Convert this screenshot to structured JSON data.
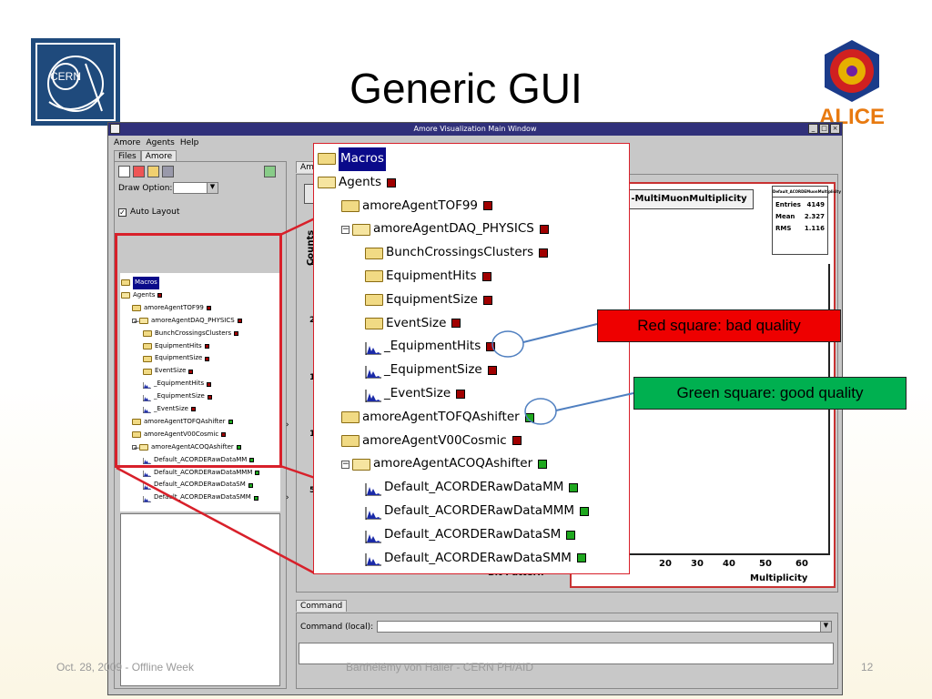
{
  "slide": {
    "title": "Generic GUI",
    "footer_left": "Oct. 28, 2009 - Offline Week",
    "footer_center": "Barthélémy von Haller - CERN PH/AID",
    "page_number": "12",
    "cern_logo_text": "CERN",
    "alice_logo_text": "ALICE"
  },
  "window": {
    "title": "Amore Visualization Main Window",
    "menu": [
      "Amore",
      "Agents",
      "Help"
    ],
    "left_tabs": [
      "Files",
      "Amore"
    ],
    "draw_option_label": "Draw Option:",
    "auto_layout_label": "Auto Layout",
    "right_tab": "Amor",
    "command_tab": "Command",
    "command_label": "Command (local):",
    "ylabel": "Counts",
    "ytick_labels": [
      "25",
      "20",
      "15",
      "10",
      "5"
    ],
    "xtick_labels": [
      "20",
      "30",
      "40",
      "50",
      "60"
    ],
    "xlabel": "Multiplicity",
    "bit_pattern_label": "Bit Pattern",
    "hist_title": "-MultiMuonMultiplicity",
    "stats_box_title": "Default_ACORDEMuonMultiplicity",
    "stats": [
      {
        "name": "Entries",
        "value": "4149"
      },
      {
        "name": "Mean",
        "value": "2.327"
      },
      {
        "name": "RMS",
        "value": "1.116"
      }
    ]
  },
  "tree": [
    {
      "label": "Macros",
      "type": "folder",
      "level": 0,
      "quality": "",
      "selected": true
    },
    {
      "label": "Agents",
      "type": "folder-open",
      "level": 0,
      "quality": "bad"
    },
    {
      "label": "amoreAgentTOF99",
      "type": "folder",
      "level": 1,
      "quality": "bad"
    },
    {
      "label": "amoreAgentDAQ_PHYSICS",
      "type": "folder-open",
      "level": 1,
      "quality": "bad",
      "expander": true
    },
    {
      "label": "BunchCrossingsClusters",
      "type": "folder",
      "level": 2,
      "quality": "bad"
    },
    {
      "label": "EquipmentHits",
      "type": "folder",
      "level": 2,
      "quality": "bad"
    },
    {
      "label": "EquipmentSize",
      "type": "folder",
      "level": 2,
      "quality": "bad"
    },
    {
      "label": "EventSize",
      "type": "folder",
      "level": 2,
      "quality": "bad"
    },
    {
      "label": "_EquipmentHits",
      "type": "hist",
      "level": 2,
      "quality": "bad"
    },
    {
      "label": "_EquipmentSize",
      "type": "hist",
      "level": 2,
      "quality": "bad"
    },
    {
      "label": "_EventSize",
      "type": "hist",
      "level": 2,
      "quality": "bad"
    },
    {
      "label": "amoreAgentTOFQAshifter",
      "type": "folder",
      "level": 1,
      "quality": "good"
    },
    {
      "label": "amoreAgentV00Cosmic",
      "type": "folder",
      "level": 1,
      "quality": "bad"
    },
    {
      "label": "amoreAgentACOQAshifter",
      "type": "folder-open",
      "level": 1,
      "quality": "good",
      "expander": true
    },
    {
      "label": "Default_ACORDERawDataMM",
      "type": "hist",
      "level": 2,
      "quality": "good"
    },
    {
      "label": "Default_ACORDERawDataMMM",
      "type": "hist",
      "level": 2,
      "quality": "good"
    },
    {
      "label": "Default_ACORDERawDataSM",
      "type": "hist",
      "level": 2,
      "quality": "good"
    },
    {
      "label": "Default_ACORDERawDataSMM",
      "type": "hist",
      "level": 2,
      "quality": "good"
    }
  ],
  "callouts": {
    "bad": "Red square: bad quality",
    "good": "Green square: good quality"
  },
  "colors": {
    "bad_quality": "#a00000",
    "good_quality": "#1fa81f",
    "callout_bad_bg": "#ee0000",
    "callout_good_bg": "#00b050",
    "highlight": "#d8202a"
  }
}
